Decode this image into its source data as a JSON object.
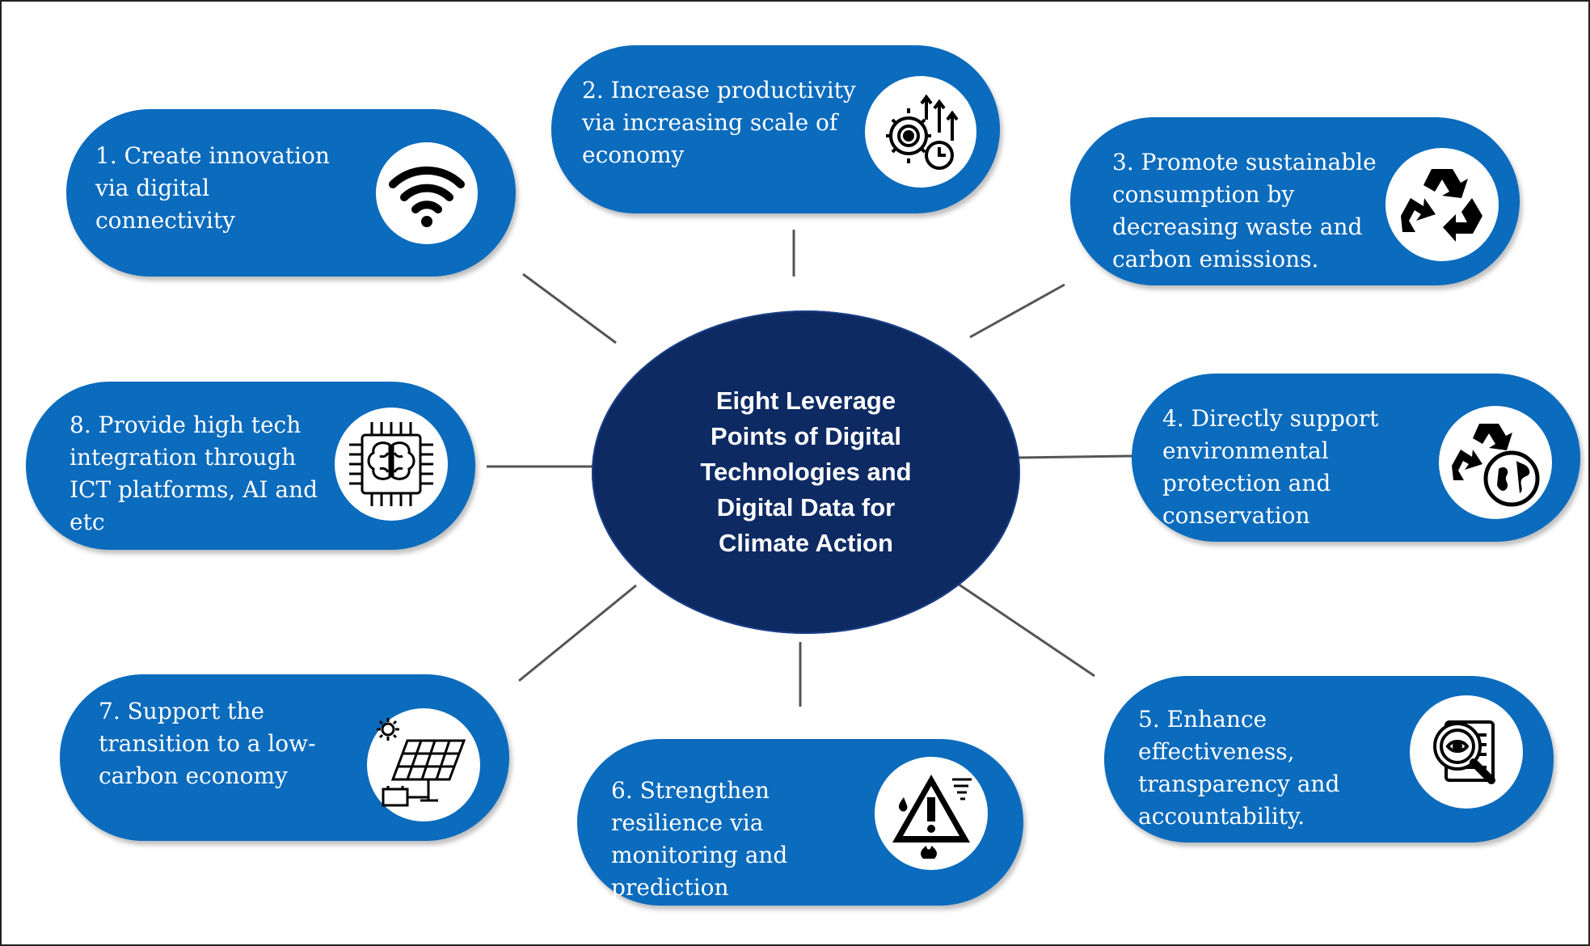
{
  "hub": {
    "title": "Eight Leverage\nPoints of Digital\nTechnologies  and\nDigital Data for\nClimate Action"
  },
  "points": [
    {
      "text": "1. Create innovation\nvia digital\nconnectivity",
      "icon": "wifi-icon"
    },
    {
      "text": "2. Increase productivity\nvia increasing scale of\neconomy",
      "icon": "gears-growth-icon"
    },
    {
      "text": "3. Promote sustainable\nconsumption by\ndecreasing waste and\ncarbon emissions.",
      "icon": "recycle-icon"
    },
    {
      "text": "4. Directly support\nenvironmental\nprotection and\nconservation",
      "icon": "recycle-globe-icon"
    },
    {
      "text": "5. Enhance\neffectiveness,\ntransparency and\naccountability.",
      "icon": "document-inspection-icon"
    },
    {
      "text": "6. Strengthen\nresilience via\nmonitoring and\nprediction",
      "icon": "hazard-warning-icon"
    },
    {
      "text": "7. Support the\ntransition to a low-\ncarbon economy",
      "icon": "solar-panel-icon"
    },
    {
      "text": "8. Provide high tech\nintegration through\nICT platforms, AI and\netc",
      "icon": "ai-brain-chip-icon"
    }
  ],
  "colors": {
    "pill": "#0b6bbd",
    "hub": "#0d2a63",
    "connector": "#555555"
  }
}
